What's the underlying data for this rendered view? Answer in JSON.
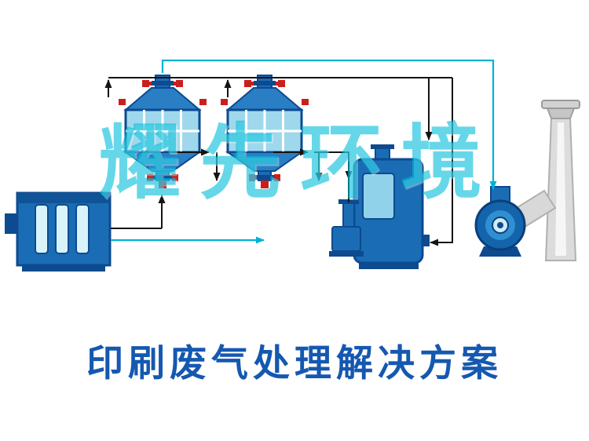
{
  "title": {
    "text": "印刷废气处理解决方案"
  },
  "watermark": {
    "text": "耀先环境"
  },
  "colors": {
    "machine_blue": "#1a6db5",
    "machine_dark_blue": "#0d4a8f",
    "panel_light_blue": "#9fd8ec",
    "fitting_red": "#c9201d",
    "arrow_black": "#141414",
    "arrow_cyan": "#00b2d6",
    "watermark_cyan": "#00bcd8",
    "title_blue": "#1558b0",
    "chimney_gray": "#dcdcdc",
    "background": "#ffffff"
  },
  "components": [
    "uv-photolysis-box",
    "filter-unit-1",
    "filter-unit-2",
    "spray-scrubber-tank",
    "circulation-pump",
    "centrifugal-fan",
    "exhaust-chimney"
  ]
}
